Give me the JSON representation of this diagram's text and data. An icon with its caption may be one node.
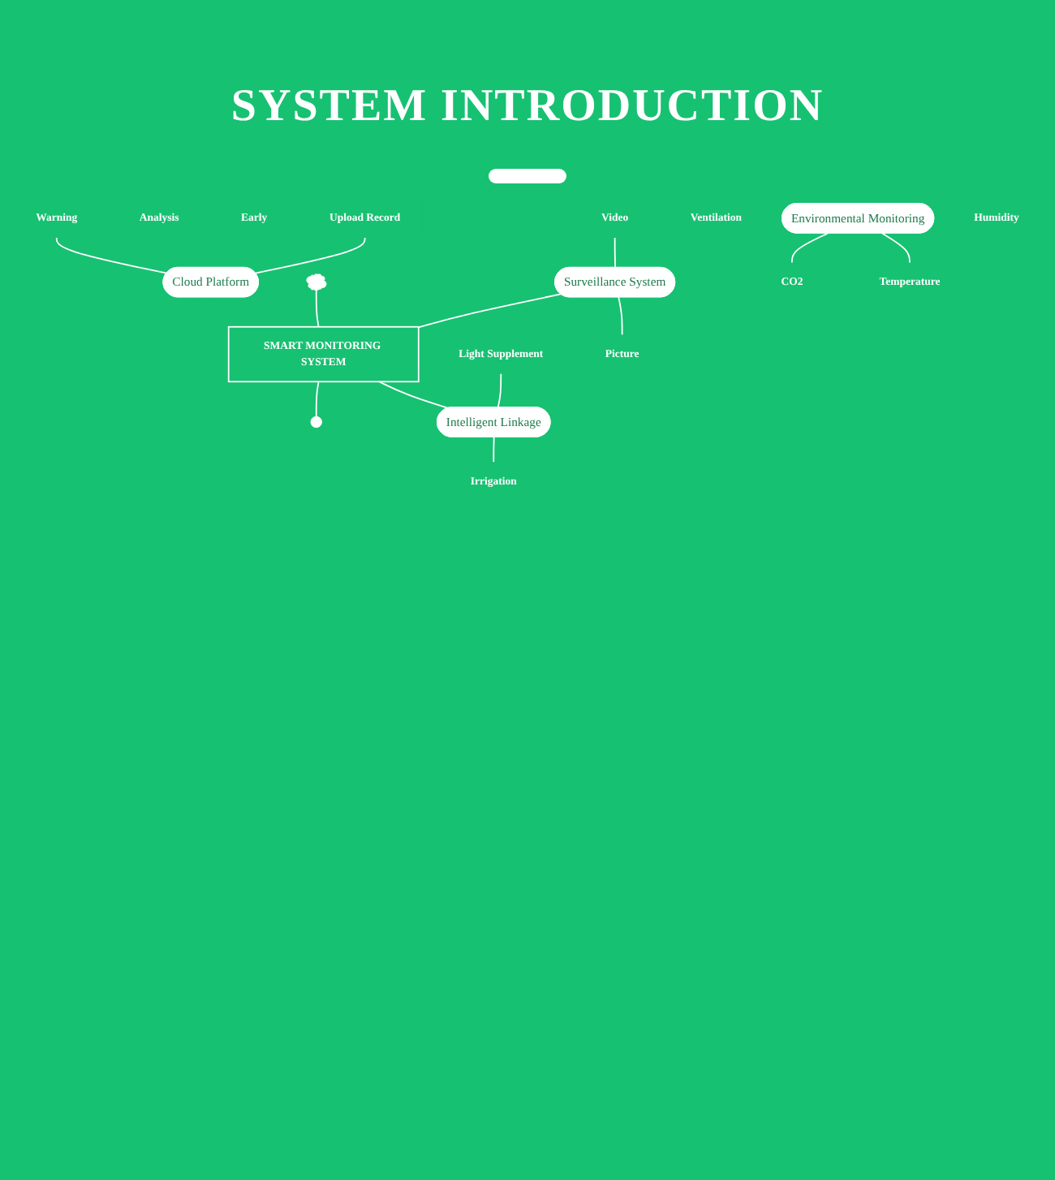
{
  "diagram": {
    "title": "SYSTEM INTRODUCTION",
    "nodes": [
      {
        "text": [
          "Upload Record"
        ]
      },
      {
        "text": [
          "Analysis"
        ]
      },
      {
        "text": [
          "Early"
        ]
      },
      {
        "text": [
          "Warning"
        ]
      },
      {
        "text": [
          "Cloud Platform"
        ]
      },
      {
        "text": [],
        "shape": "cloud"
      },
      {
        "text": [
          "Video"
        ]
      },
      {
        "text": [
          "Surveillance System"
        ]
      },
      {
        "text": [
          "SMART MONITORING SYSTEM"
        ]
      },
      {
        "text": [
          "Intelligent Linkage"
        ]
      },
      {
        "text": [
          "Light Supplement"
        ]
      },
      {
        "text": [
          "Ventilation"
        ]
      },
      {
        "text": [
          "Picture"
        ]
      },
      {
        "text": [
          "Irrigation"
        ]
      },
      {
        "text": [],
        "shape": "circle"
      },
      {
        "text": [
          "Environmental Monitoring"
        ]
      },
      {
        "text": [
          "Temperature"
        ]
      },
      {
        "text": [
          "Humidity"
        ]
      },
      {
        "text": [
          "CO2"
        ]
      }
    ],
    "edges": [
      {
        "from": 0,
        "to": 4,
        "arrow": "none"
      },
      {
        "from": 3,
        "to": 4,
        "arrow": "none"
      },
      {
        "from": 5,
        "to": 8,
        "arrow": "none"
      },
      {
        "from": 6,
        "to": 7,
        "arrow": "none"
      },
      {
        "from": 7,
        "to": 12,
        "arrow": "none"
      },
      {
        "from": 7,
        "to": 8,
        "arrow": "none"
      },
      {
        "from": 8,
        "to": 9,
        "arrow": "none"
      },
      {
        "from": 10,
        "to": 9,
        "arrow": "none"
      },
      {
        "from": 9,
        "to": 13,
        "arrow": "none"
      },
      {
        "from": 8,
        "to": 14,
        "arrow": "none"
      },
      {
        "from": 15,
        "to": 16,
        "arrow": "none"
      },
      {
        "from": 15,
        "to": 18,
        "arrow": "none"
      }
    ]
  }
}
